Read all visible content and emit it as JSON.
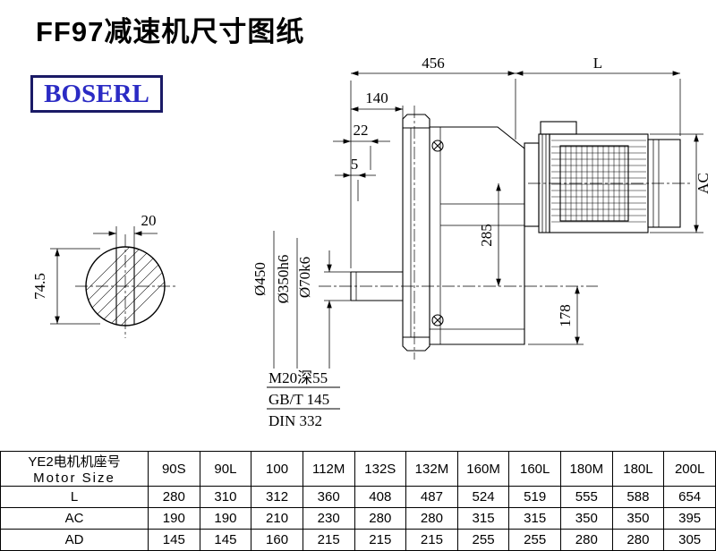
{
  "page": {
    "title": "FF97减速机尺寸图纸"
  },
  "logo": {
    "text": "BOSERL"
  },
  "drawing": {
    "dims": {
      "overall_456": "456",
      "motor_length": "L",
      "shaft_140": "140",
      "flange_22": "22",
      "gap_5": "5",
      "motor_ac": "AC",
      "center_285": "285",
      "foot_178": "178",
      "flange_dia": "Ø450",
      "spigot_dia": "Ø350h6",
      "shaft_dia": "Ø70k6",
      "key_width_20": "20",
      "key_height_74_5": "74.5"
    },
    "notes": {
      "tap": "M20深55",
      "gb": "GB/T 145",
      "din": "DIN 332"
    }
  },
  "table": {
    "header": {
      "line1": "YE2电机机座号",
      "line2": "Motor Size"
    },
    "columns": [
      "90S",
      "90L",
      "100",
      "112M",
      "132S",
      "132M",
      "160M",
      "160L",
      "180M",
      "180L",
      "200L"
    ],
    "rows": [
      {
        "label": "L",
        "values": [
          "280",
          "310",
          "312",
          "360",
          "408",
          "487",
          "524",
          "519",
          "555",
          "588",
          "654"
        ]
      },
      {
        "label": "AC",
        "values": [
          "190",
          "190",
          "210",
          "230",
          "280",
          "280",
          "315",
          "315",
          "350",
          "350",
          "395"
        ]
      },
      {
        "label": "AD",
        "values": [
          "145",
          "145",
          "160",
          "215",
          "215",
          "215",
          "255",
          "255",
          "280",
          "280",
          "305"
        ]
      }
    ]
  },
  "colors": {
    "logo_border": "#1a1a66",
    "logo_text": "#2b2bc4",
    "line": "#000000"
  }
}
